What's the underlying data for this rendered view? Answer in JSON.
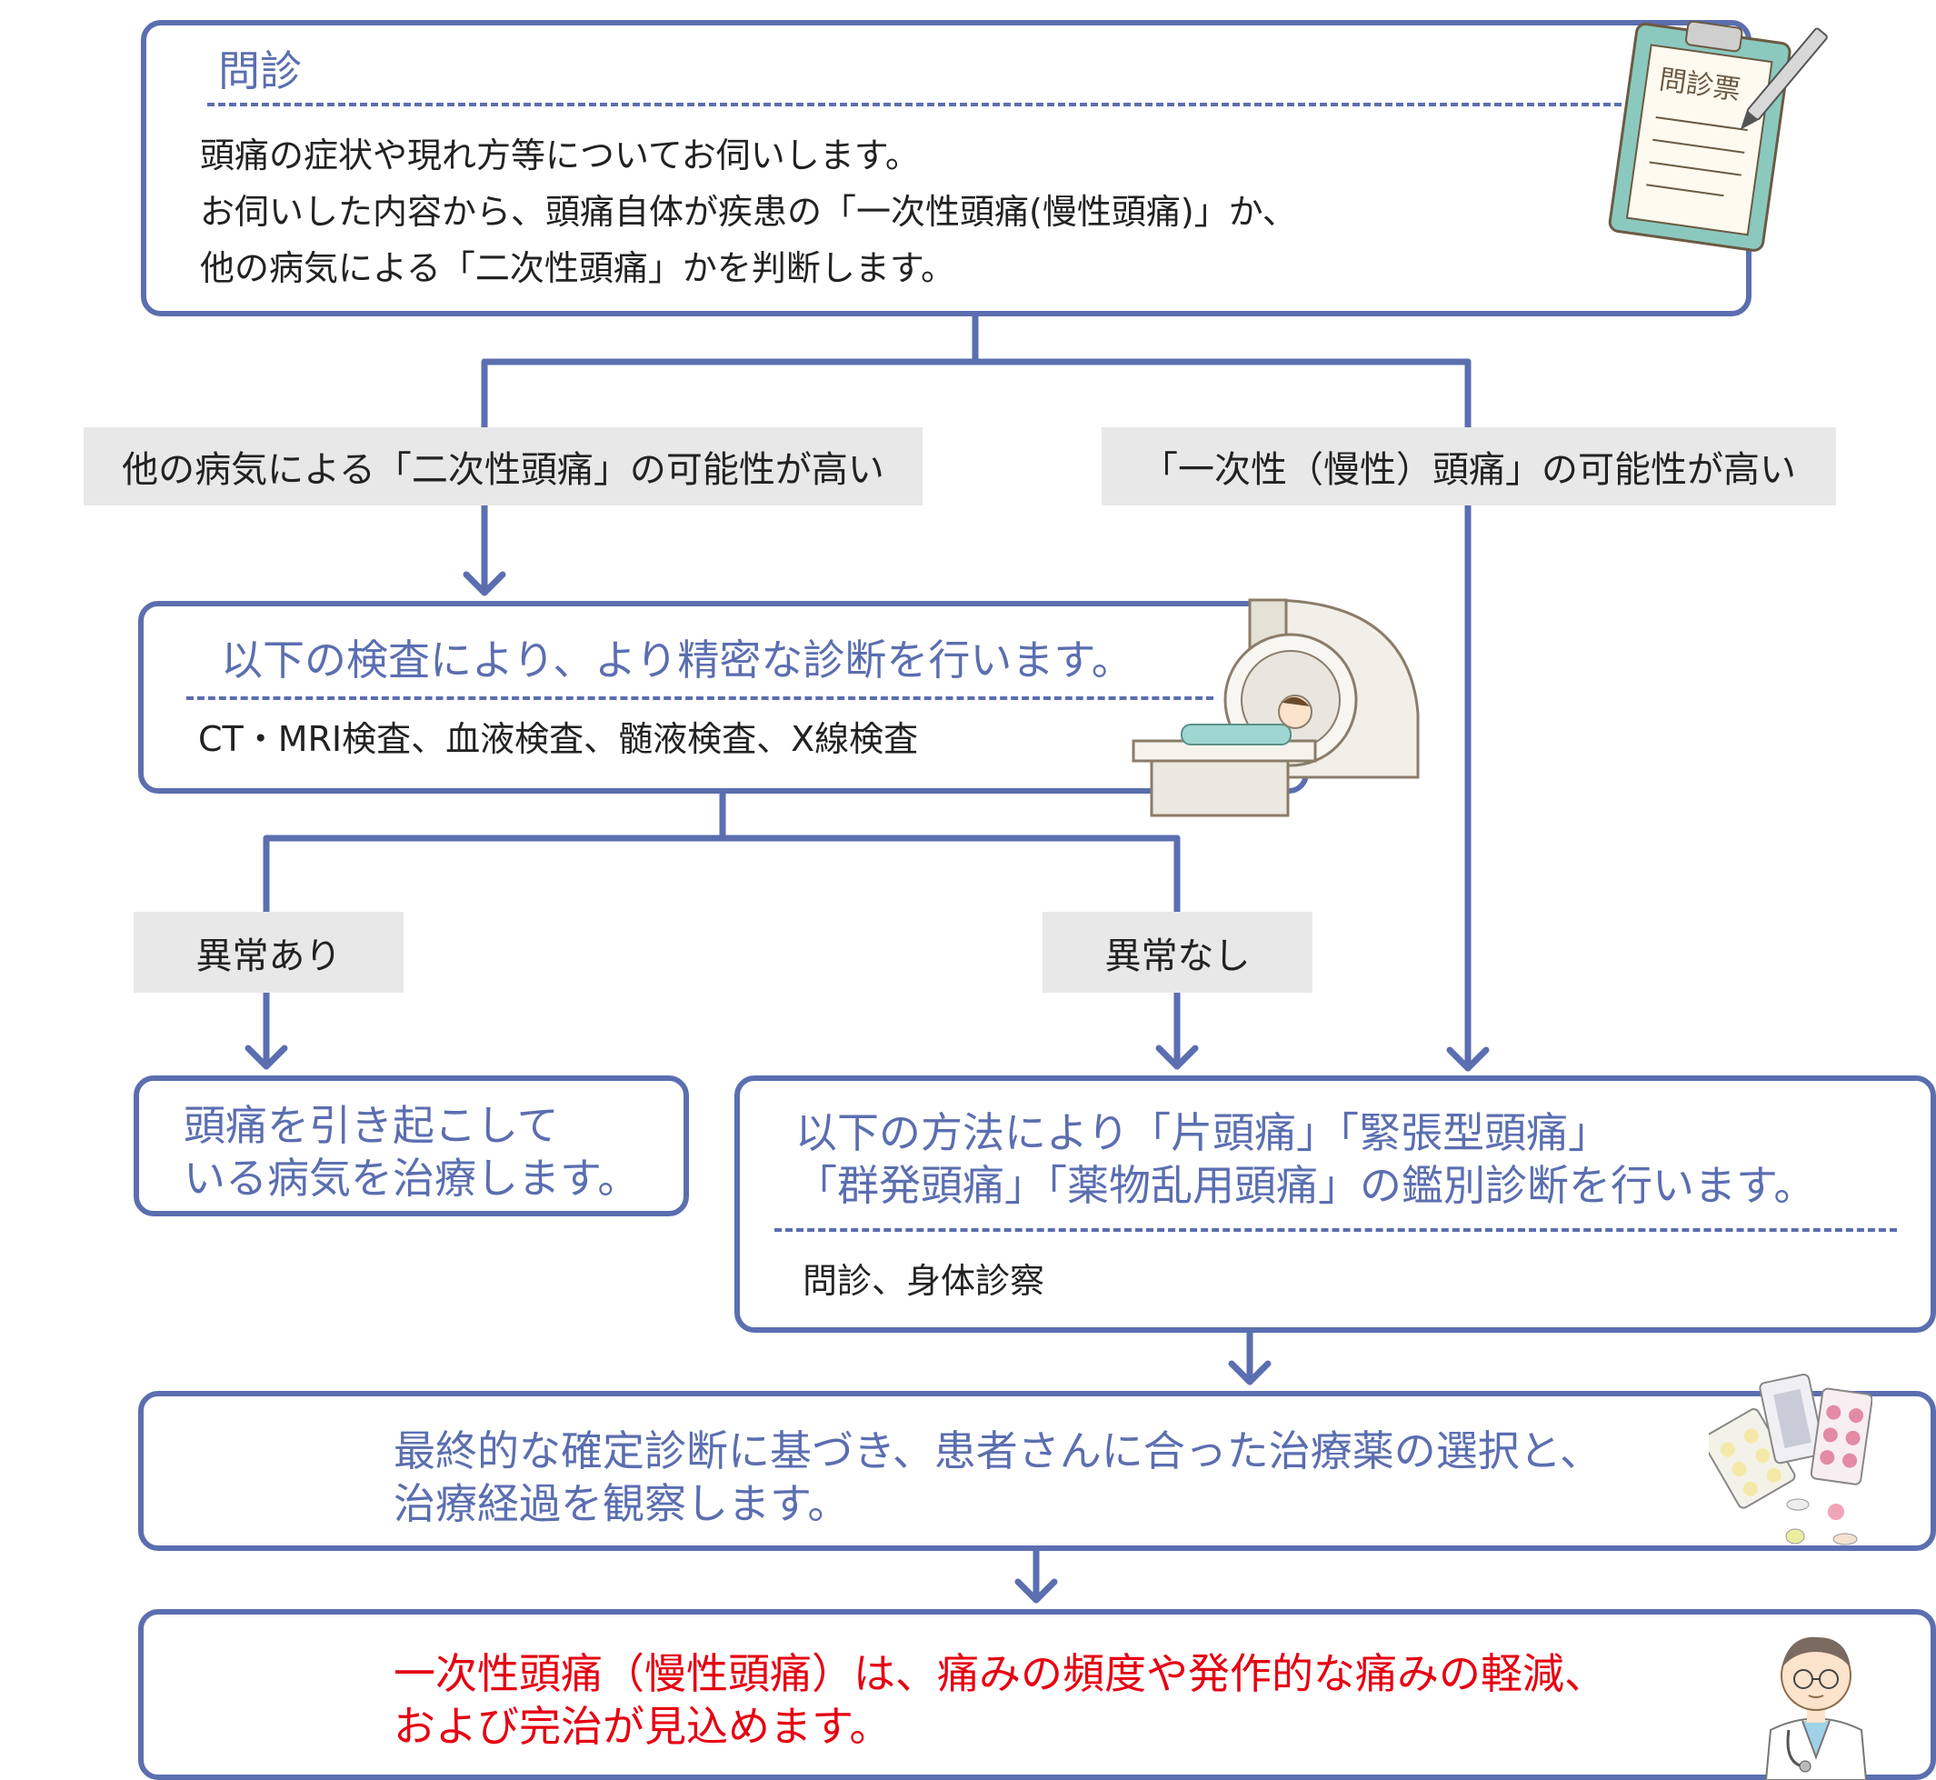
{
  "colors": {
    "accent": "#5b6eb0",
    "label_bg": "#e8e8e8",
    "result": "#e60012"
  },
  "monshin": {
    "title": "問診",
    "lines": [
      "頭痛の症状や現れ方等についてお伺いします。",
      "お伺いした内容から、頭痛自体が疾患の「一次性頭痛(慢性頭痛)」か、",
      "他の病気による「二次性頭痛」かを判断します。"
    ],
    "clipboard_text": "問診票"
  },
  "branch_secondary": "他の病気による「二次性頭痛」の可能性が高い",
  "branch_primary": "「一次性（慢性）頭痛」の可能性が高い",
  "exam": {
    "title": "以下の検査により、より精密な診断を行います。",
    "detail": "CT・MRI検査、血液検査、髄液検査、X線検査"
  },
  "abnormal": "異常あり",
  "normal": "異常なし",
  "treat_cause": {
    "lines": [
      "頭痛を引き起こして",
      "いる病気を治療します。"
    ]
  },
  "differential": {
    "lines": [
      "以下の方法により「片頭痛」「緊張型頭痛」",
      "「群発頭痛」「薬物乱用頭痛」の鑑別診断を行います。"
    ],
    "detail": "問診、身体診察"
  },
  "final": {
    "lines": [
      "最終的な確定診断に基づき、患者さんに合った治療薬の選択と、",
      "治療経過を観察します。"
    ]
  },
  "outcome": {
    "lines": [
      "一次性頭痛（慢性頭痛）は、痛みの頻度や発作的な痛みの軽減、",
      "および完治が見込めます。"
    ]
  },
  "icons": [
    "clipboard-icon",
    "ct-scanner-icon",
    "medicine-icon",
    "doctor-icon"
  ]
}
